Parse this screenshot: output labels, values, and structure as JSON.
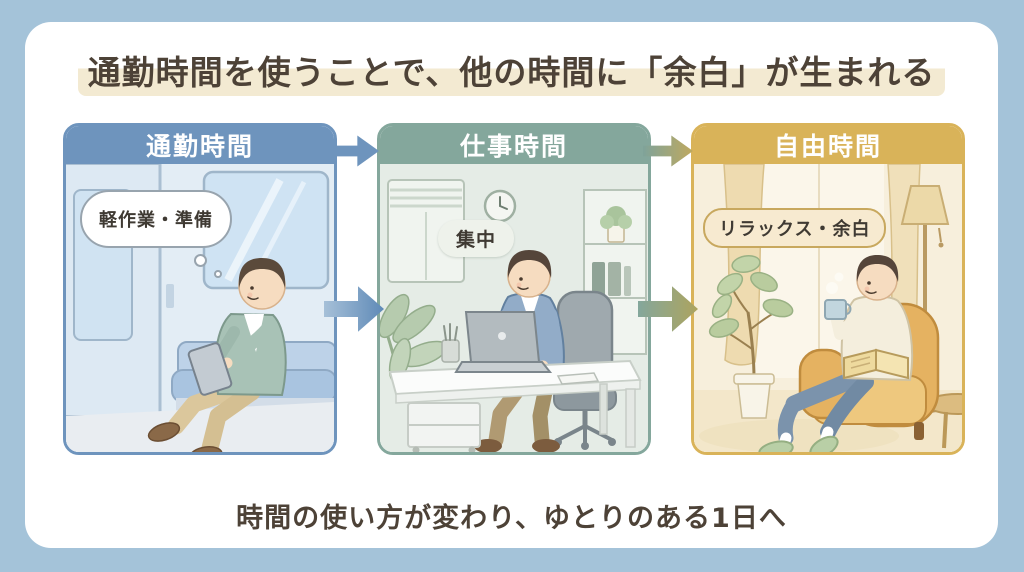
{
  "title": "通勤時間を使うことで、他の時間に「余白」が生まれる",
  "footer": "時間の使い方が変わり、ゆとりのある1日へ",
  "panels": [
    {
      "id": "commute",
      "header": "通勤時間",
      "label": "軽作業・準備"
    },
    {
      "id": "work",
      "header": "仕事時間",
      "label": "集中"
    },
    {
      "id": "free",
      "header": "自由時間",
      "label": "リラックス・余白"
    }
  ],
  "colors": {
    "background": "#a4c3d9",
    "card": "#ffffff",
    "title_text": "#4d4237",
    "title_highlight": "#f3ead2",
    "commute_accent": "#6e94bd",
    "work_accent": "#84a79c",
    "free_accent": "#d9b359",
    "commute_body": "#e3edf5",
    "work_body": "#e5ece6",
    "free_body": "#f7efdc"
  }
}
